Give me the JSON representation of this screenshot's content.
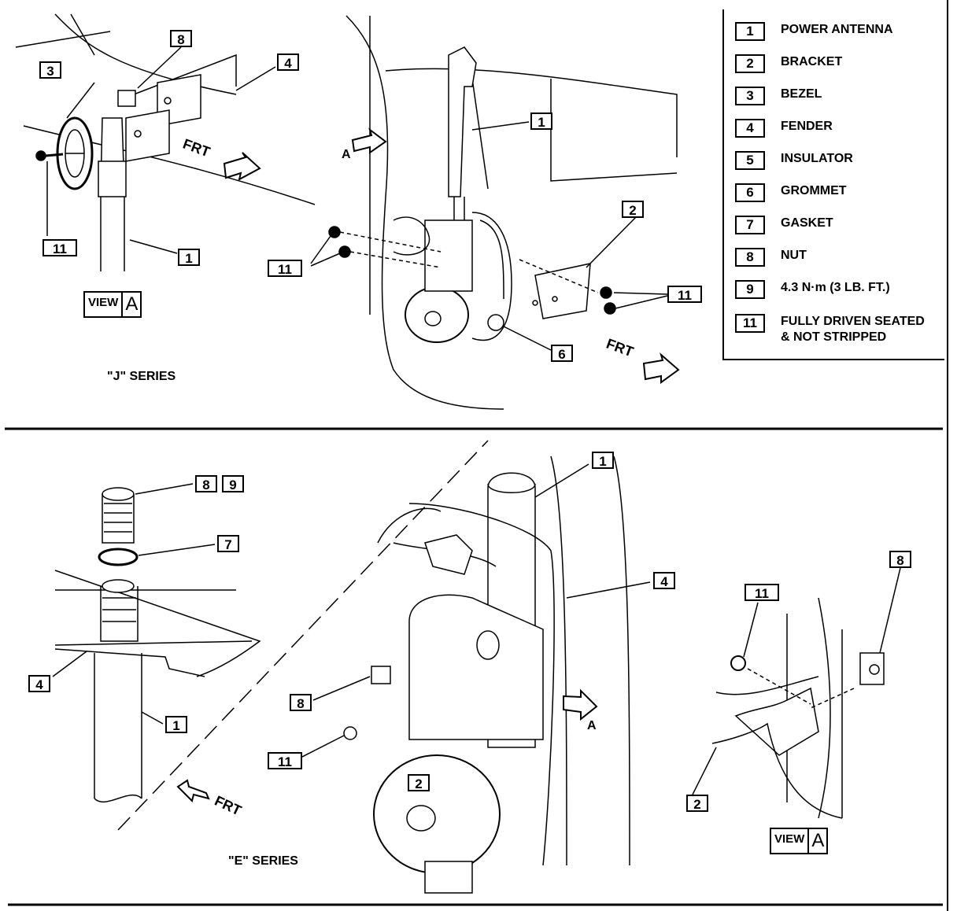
{
  "legend": [
    {
      "num": "1",
      "text": "POWER ANTENNA"
    },
    {
      "num": "2",
      "text": "BRACKET"
    },
    {
      "num": "3",
      "text": "BEZEL"
    },
    {
      "num": "4",
      "text": "FENDER"
    },
    {
      "num": "5",
      "text": "INSULATOR"
    },
    {
      "num": "6",
      "text": "GROMMET"
    },
    {
      "num": "7",
      "text": "GASKET"
    },
    {
      "num": "8",
      "text": "NUT"
    },
    {
      "num": "9",
      "text": "4.3 N·m (3 LB. FT.)"
    },
    {
      "num": "11",
      "text": "FULLY DRIVEN SEATED\n& NOT STRIPPED"
    }
  ],
  "series": {
    "top": "\"J\" SERIES",
    "bottom": "\"E\" SERIES"
  },
  "view_tag": {
    "text": "VIEW",
    "letter": "A"
  },
  "frt": "FRT",
  "point_a": "A",
  "callouts": {
    "c1": "1",
    "c2": "2",
    "c3": "3",
    "c4": "4",
    "c6": "6",
    "c7": "7",
    "c8": "8",
    "c9": "9",
    "c11": "11"
  },
  "colors": {
    "ink": "#000000",
    "paper": "#ffffff"
  }
}
